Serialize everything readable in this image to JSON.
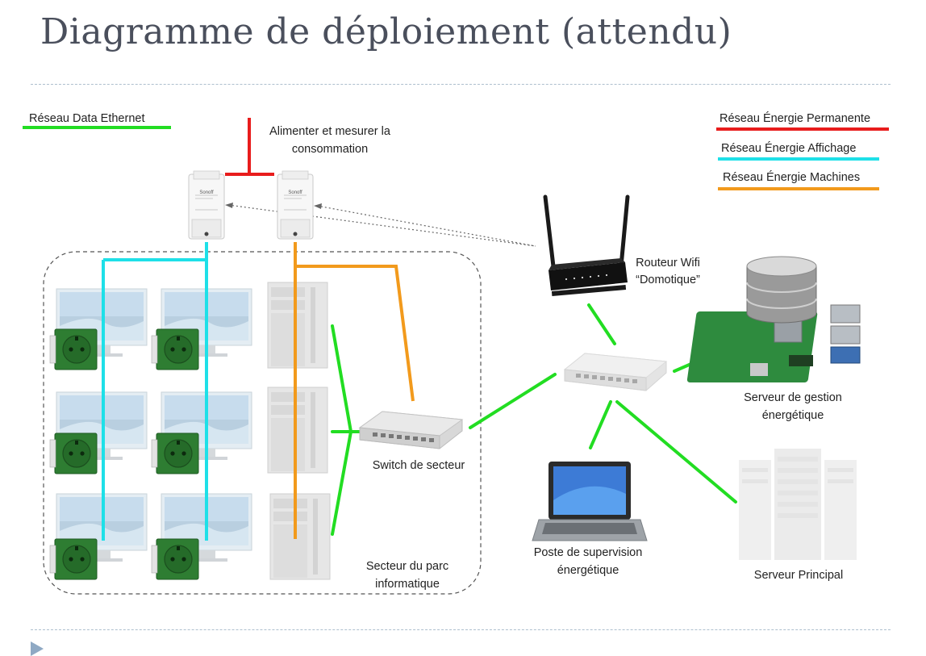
{
  "title": "Diagramme de déploiement (attendu)",
  "legend": {
    "ethernet": {
      "label": "Réseau Data Ethernet",
      "color": "#22dd22"
    },
    "permanent": {
      "label": "Réseau Énergie Permanente",
      "color": "#e81c1c"
    },
    "display": {
      "label": "Réseau Énergie Affichage",
      "color": "#1ee0e8"
    },
    "machines": {
      "label": "Réseau Énergie Machines",
      "color": "#f29a1c"
    }
  },
  "labels": {
    "power_meter": [
      "Alimenter et mesurer la",
      "consommation"
    ],
    "router": [
      "Routeur Wifi",
      "“Domotique”"
    ],
    "sector_switch": "Switch de secteur",
    "sector": [
      "Secteur du parc",
      "informatique"
    ],
    "energy_server": [
      "Serveur de gestion",
      "énergétique"
    ],
    "supervision": [
      "Poste de supervision",
      "énergétique"
    ],
    "main_server": "Serveur Principal"
  },
  "devices": {
    "smart_plug_brand": "Sonoff"
  }
}
